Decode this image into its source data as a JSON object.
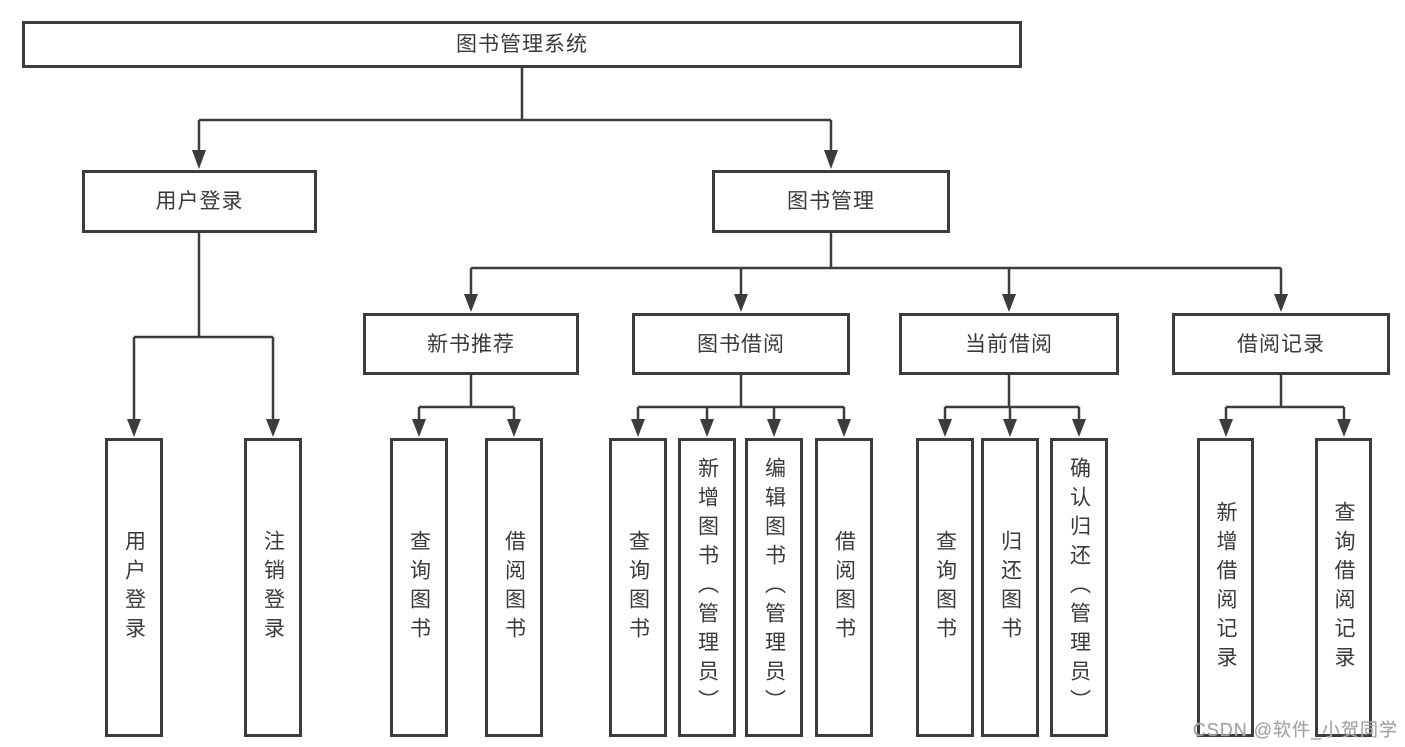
{
  "diagram": {
    "root": {
      "label": "图书管理系统",
      "children": [
        {
          "label": "用户登录",
          "children": [
            {
              "label": "用户登录"
            },
            {
              "label": "注销登录"
            }
          ]
        },
        {
          "label": "图书管理",
          "children": [
            {
              "label": "新书推荐",
              "children": [
                {
                  "label": "查询图书"
                },
                {
                  "label": "借阅图书"
                }
              ]
            },
            {
              "label": "图书借阅",
              "children": [
                {
                  "label": "查询图书"
                },
                {
                  "label": "新增图书（管理员）"
                },
                {
                  "label": "编辑图书（管理员）"
                },
                {
                  "label": "借阅图书"
                }
              ]
            },
            {
              "label": "当前借阅",
              "children": [
                {
                  "label": "查询图书"
                },
                {
                  "label": "归还图书"
                },
                {
                  "label": "确认归还（管理员）"
                }
              ]
            },
            {
              "label": "借阅记录",
              "children": [
                {
                  "label": "新增借阅记录"
                },
                {
                  "label": "查询借阅记录"
                }
              ]
            }
          ]
        }
      ]
    },
    "colors": {
      "box_border": "#3c3c3c",
      "connector": "#3c3c3c",
      "text": "#3a3a3a",
      "background": "#ffffff",
      "watermark": "#a3a3a3"
    },
    "watermark": "CSDN @软件_小贺同学"
  }
}
